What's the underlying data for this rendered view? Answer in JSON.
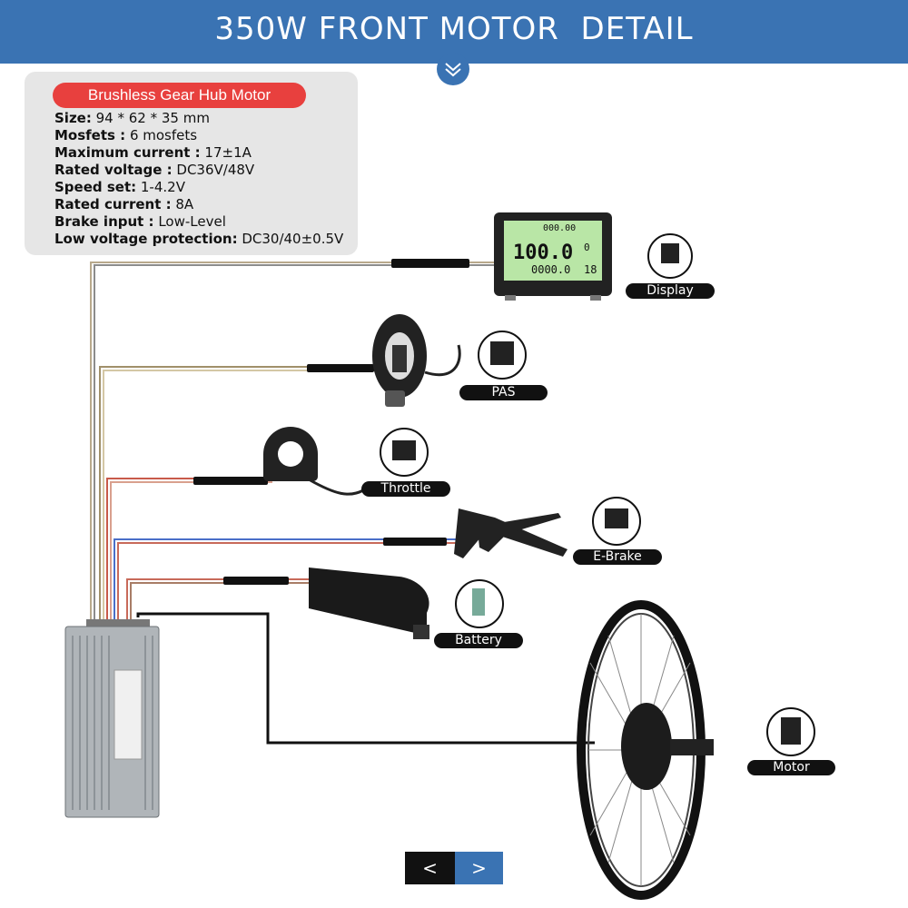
{
  "header": {
    "title": "350W FRONT MOTOR  DETAIL"
  },
  "specs": {
    "title": "Brushless Gear Hub Motor",
    "rows": [
      {
        "label": "Size:",
        "value": " 94 * 62 * 35 mm"
      },
      {
        "label": "Mosfets :",
        "value": " 6 mosfets"
      },
      {
        "label": "Maximum current :",
        "value": " 17±1A"
      },
      {
        "label": "Rated voltage :",
        "value": " DC36V/48V"
      },
      {
        "label": "Speed set:",
        "value": " 1-4.2V"
      },
      {
        "label": "Rated current :",
        "value": " 8A"
      },
      {
        "label": "Brake input :",
        "value": " Low-Level"
      },
      {
        "label": "Low voltage protection:",
        "value": " DC30/40±0.5V"
      }
    ]
  },
  "components": {
    "display": "Display",
    "pas": "PAS",
    "throttle": "Throttle",
    "ebrake": "E-Brake",
    "battery": "Battery",
    "motor": "Motor"
  },
  "lcd": {
    "readout1": "000.00",
    "readout2": "100.0",
    "readout3": "0000.0",
    "readout4": "18",
    "readout5": "0"
  },
  "nav": {
    "prev": "<",
    "next": ">"
  },
  "colors": {
    "header": "#3a73b3",
    "badge": "#e8403e",
    "lcd": "#b9e6a6"
  }
}
